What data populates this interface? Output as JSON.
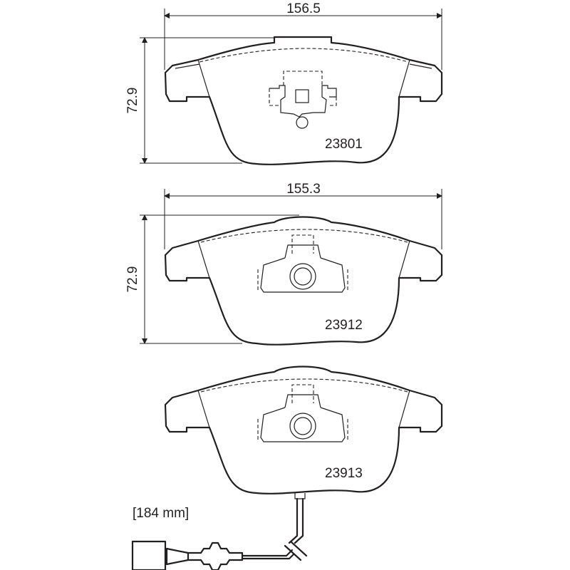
{
  "pads": [
    {
      "part_number": "23801",
      "width_label": "156.5",
      "height_label": "72.9"
    },
    {
      "part_number": "23912",
      "width_label": "155.3",
      "height_label": "72.9"
    },
    {
      "part_number": "23913"
    }
  ],
  "sensor": {
    "length_label": "[184 mm]"
  },
  "colors": {
    "line": "#231f20",
    "background": "#ffffff"
  }
}
